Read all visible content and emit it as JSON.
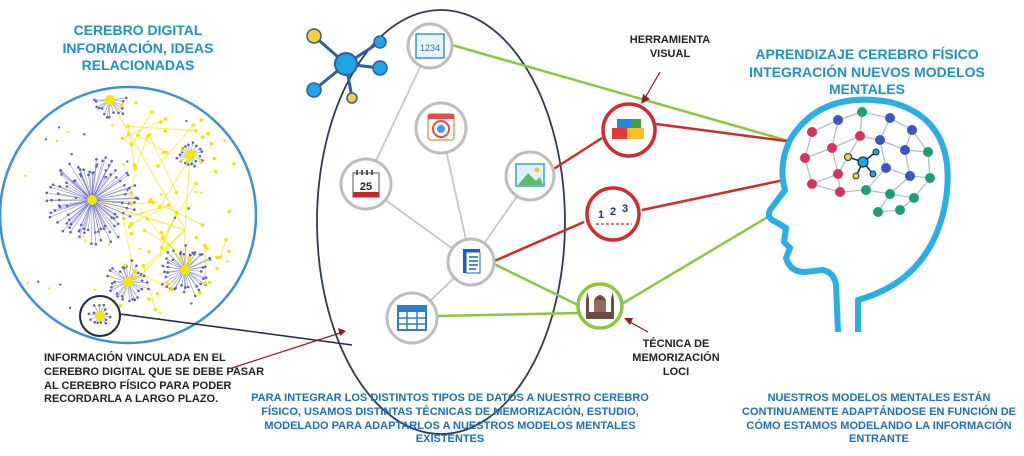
{
  "labels": {
    "digital_title": "CEREBRO DIGITAL",
    "digital_subtitle": "INFORMACIÓN, IDEAS RELACIONADAS",
    "physical_title": "APRENDIZAJE CEREBRO FÍSICO",
    "physical_subtitle": "INTEGRACIÓN NUEVOS MODELOS MENTALES",
    "visual_tool_line1": "HERRAMIENTA",
    "visual_tool_line2": "VISUAL",
    "loci_line1": "TÉCNICA DE",
    "loci_line2": "MEMORIZACIÓN",
    "loci_line3": "LOCI",
    "linked_info_line1": "INFORMACIÓN VINCULADA EN EL",
    "linked_info_line2": "CEREBRO DIGITAL QUE SE DEBE PASAR",
    "linked_info_line3": "AL CEREBRO FÍSICO PARA PODER",
    "linked_info_line4": "RECORDARLA A LARGO PLAZO.",
    "integrate_line1": "PARA INTEGRAR LOS DISTINTOS TIPOS DE DATOS A NUESTRO CEREBRO",
    "integrate_line2": "FÍSICO, USAMOS DISTINTAS TÉCNICAS DE MEMORIZACIÓN, ESTUDIO,",
    "integrate_line3": "MODELADO PARA ADAPTARLOS A NUESTROS MODELOS MENTALES",
    "integrate_line4": "EXISTENTES",
    "models_line1": "NUESTROS MODELOS MENTALES ESTÁN",
    "models_line2": "CONTINUAMENTE ADAPTÁNDOSE EN FUNCIÓN DE",
    "models_line3": "CÓMO ESTAMOS MODELANDO LA INFORMACIÓN",
    "models_line4": "ENTRANTE"
  },
  "icons": {
    "numbers_text": "1234",
    "calendar_day": "25",
    "steps": [
      "1",
      "2",
      "3"
    ]
  },
  "colors": {
    "title_blue": "#1f8fd0",
    "caption_blue": "#1f6fb5",
    "node_gray": "#bdbdbd",
    "technique_red": "#d42a2a",
    "technique_green": "#8cc63f",
    "head_blue": "#29aee6",
    "network_yellow": "#f2e600",
    "network_purple": "#5b5fc7",
    "dark_navy": "#1c2a4a"
  }
}
